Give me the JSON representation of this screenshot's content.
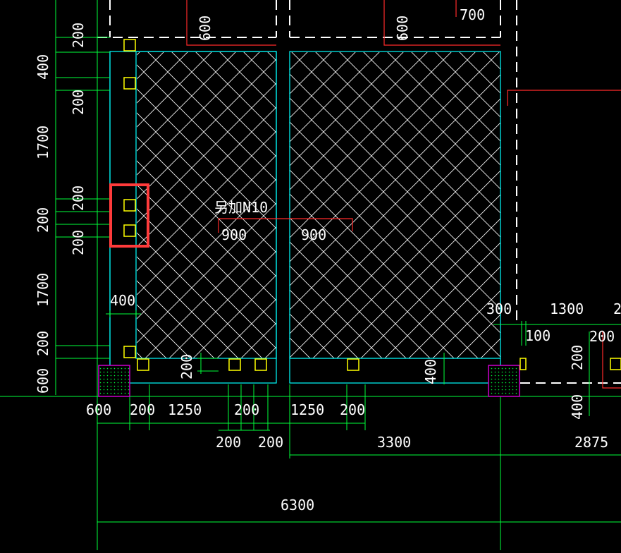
{
  "colors": {
    "background": "#000000",
    "dimension": "#00ff3a",
    "dimension_text": "#ffffff",
    "outline": "#00ffff",
    "wall_dashed": "#ffffff",
    "hatch": "#ffffff",
    "leader": "#ff2a2a",
    "embed_plate": "#ffff00",
    "column_fill": "#cc00cc",
    "highlight": "#ff3b3b"
  },
  "icons": {
    "embed_plate": "yellow-square-embed-plate-icon",
    "column": "magenta-dotted-column-icon",
    "highlight": "red-rectangle-selection-icon"
  },
  "labels": {
    "annotation": "另加N10",
    "annotation_dim_left": "900",
    "annotation_dim_right": "900",
    "top_left_dim": "600",
    "top_mid_dim": "600",
    "top_right_dim": "700"
  },
  "left_dims": [
    "200",
    "400",
    "200",
    "1700",
    "200",
    "200",
    "200",
    "1700",
    "200",
    "600"
  ],
  "bottom_dims": {
    "row1": [
      "600",
      "200",
      "1250",
      "200",
      "1250",
      "200"
    ],
    "row2": [
      "200",
      "200",
      "3300",
      "2875"
    ],
    "overall": "6300"
  },
  "inner_dims": {
    "width_400": "400",
    "vertical_200": "200",
    "vertical_400": "400"
  },
  "right_dims": [
    "300",
    "1300",
    "2",
    "100",
    "200",
    "200",
    "400"
  ]
}
